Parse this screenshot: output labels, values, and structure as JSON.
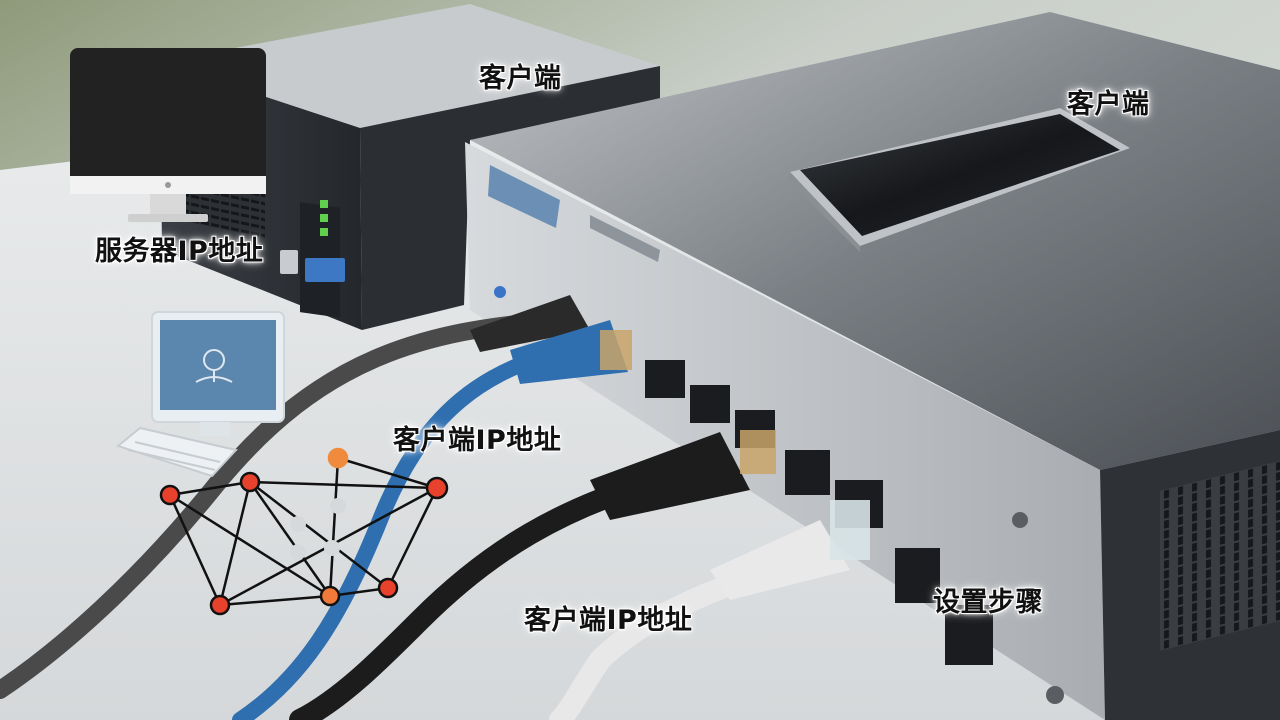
{
  "labels": {
    "client_top_center": "客户端",
    "client_top_right": "客户端",
    "server_ip": "服务器IP地址",
    "client_ip_middle": "客户端IP地址",
    "client_ip_bottom": "客户端IP地址",
    "setup_steps": "设置步骤"
  },
  "colors": {
    "cable_gray": "#4a4a4a",
    "cable_blue": "#2f6fb0",
    "cable_black": "#1c1c1c",
    "cable_white": "#e8e8e8",
    "node_red": "#e8412c",
    "node_orange": "#f08a3c",
    "monitor_blue": "#5b86ad"
  },
  "icons": [
    "desktop-monitor-icon",
    "desktop-computer-icon",
    "keyboard-icon",
    "network-graph-icon",
    "smartphone-icon"
  ]
}
